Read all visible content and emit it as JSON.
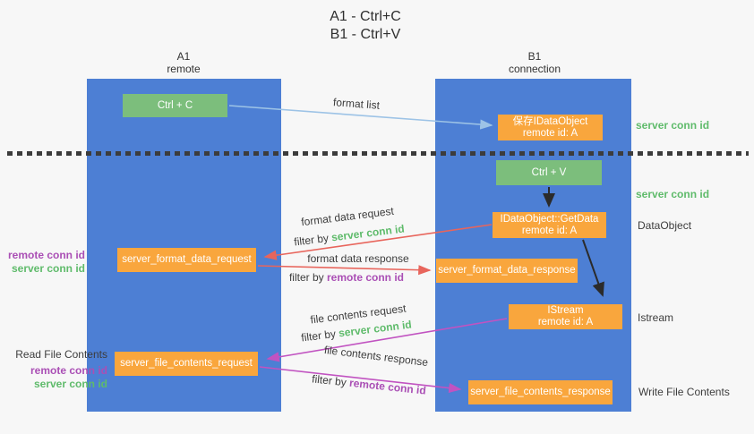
{
  "title": {
    "line1": "A1 - Ctrl+C",
    "line2": "B1 - Ctrl+V"
  },
  "columns": {
    "left": {
      "name": "A1",
      "subtitle": "remote"
    },
    "right": {
      "name": "B1",
      "subtitle": "connection"
    }
  },
  "nodes": {
    "ctrl_c": {
      "label": "Ctrl + C"
    },
    "save_dataobject": {
      "line1": "保存IDataObject",
      "line2": "remote id: A"
    },
    "ctrl_v": {
      "label": "Ctrl + V"
    },
    "getdata": {
      "line1": "IDataObject::GetData",
      "line2": "remote id: A"
    },
    "server_format_data_request": {
      "label": "server_format_data_request"
    },
    "server_format_data_response": {
      "label": "server_format_data_response"
    },
    "istream": {
      "line1": "IStream",
      "line2": "remote id: A"
    },
    "server_file_contents_request": {
      "label": "server_file_contents_request"
    },
    "server_file_contents_response": {
      "label": "server_file_contents_response"
    }
  },
  "edge_labels": {
    "format_list": "format list",
    "format_data_request": "format data request",
    "format_data_response": "format data response",
    "file_contents_request": "file contents request",
    "file_contents_response": "file contents response",
    "filter_by": "filter by",
    "server_conn_id": "server conn id",
    "remote_conn_id": "remote conn id"
  },
  "side_labels": {
    "right": {
      "server_conn_id_top": "server conn id",
      "server_conn_id_mid": "server conn id",
      "dataobject": "DataObject",
      "istream": "Istream",
      "write_file_contents": "Write File Contents"
    },
    "left": {
      "remote_conn_id_top": "remote conn id",
      "server_conn_id_top": "server conn id",
      "read_file_contents": "Read File Contents",
      "remote_conn_id_bottom": "remote conn id",
      "server_conn_id_bottom": "server conn id"
    }
  },
  "colors": {
    "column_blue": "#4d7fd4",
    "box_green": "#7cbe7c",
    "box_orange": "#f9a63d",
    "arrow_light_blue": "#9dc3e6",
    "arrow_red": "#e8655c",
    "arrow_magenta": "#c153c1",
    "arrow_black": "#2b2b2b",
    "text_green": "#5fbb6b",
    "text_purple": "#aa4fb5",
    "text_dark": "#3d3d3d"
  }
}
